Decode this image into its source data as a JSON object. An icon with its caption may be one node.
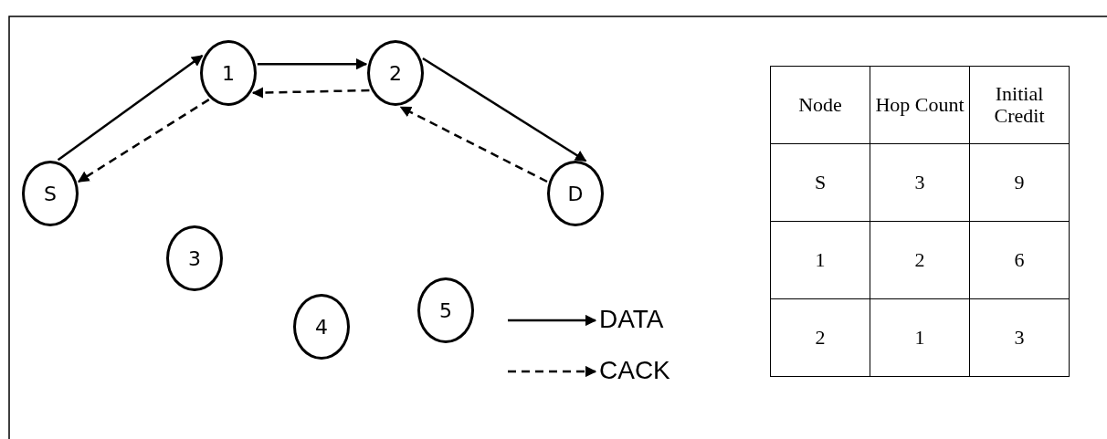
{
  "diagram": {
    "nodes": [
      {
        "text": [
          "S"
        ]
      },
      {
        "text": [
          "1"
        ]
      },
      {
        "text": [
          "2"
        ]
      },
      {
        "text": [
          "D"
        ]
      },
      {
        "text": [
          "3"
        ]
      },
      {
        "text": [
          "4"
        ]
      },
      {
        "text": [
          "5"
        ]
      }
    ],
    "edges": [
      {
        "from": 0,
        "to": 1,
        "arrow": "to"
      },
      {
        "from": 1,
        "to": 2,
        "arrow": "to"
      },
      {
        "from": 2,
        "to": 3,
        "arrow": "to"
      },
      {
        "from": 2,
        "to": 1,
        "arrow": "to",
        "style": "dashed"
      },
      {
        "from": 1,
        "to": 0,
        "arrow": "to",
        "style": "dashed"
      },
      {
        "from": 3,
        "to": 2,
        "arrow": "to",
        "style": "dashed"
      }
    ],
    "labels": [
      "Node",
      "Hop Count",
      "Initial Credit",
      "S",
      "3",
      "9",
      "1",
      "2",
      "6",
      "2",
      "1",
      "3"
    ],
    "legend": [
      {
        "text": "DATA"
      },
      {
        "text": "CACK"
      }
    ]
  }
}
